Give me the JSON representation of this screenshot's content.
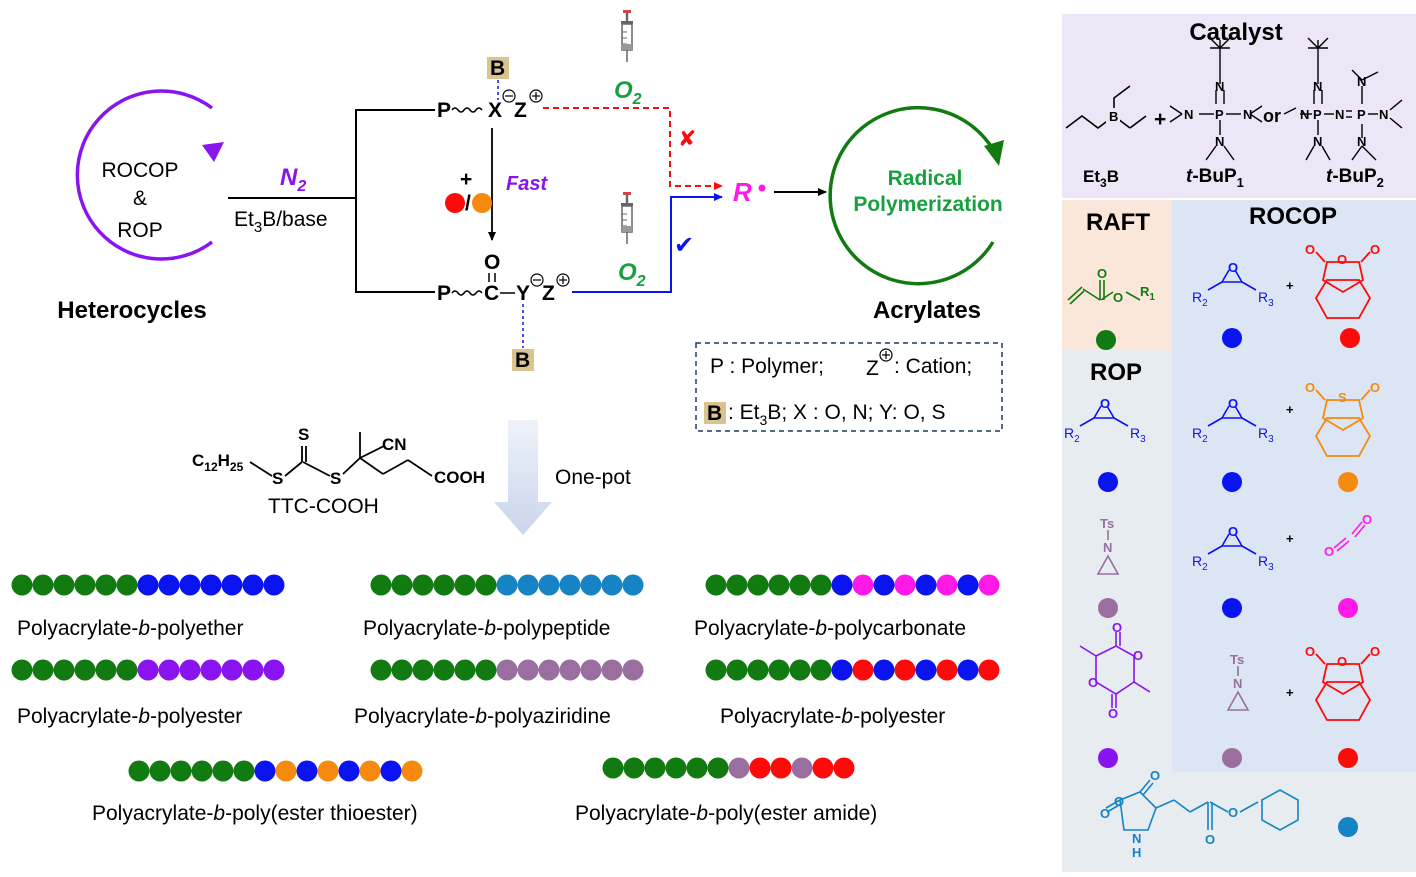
{
  "left": {
    "cycle_label_line1": "ROCOP",
    "cycle_label_amp": "&",
    "cycle_label_line2": "ROP",
    "heterocycles": "Heterocycles",
    "n2": "N",
    "n2_sub": "2",
    "reagent": "Et",
    "reagent_sub": "3",
    "reagent_tail": "B/base",
    "o2_top": "O",
    "o2_top_sub": "2",
    "o2_bottom": "O",
    "o2_bottom_sub": "2",
    "fast": "Fast",
    "radical": "R",
    "radical_poly_line1": "Radical",
    "radical_poly_line2": "Polymerization",
    "acrylates": "Acrylates",
    "cross_mark": "✘",
    "check_mark": "✔",
    "one_pot": "One-pot",
    "ttc_label": "TTC-COOH",
    "ttc_chain": "C",
    "ttc_chain_sub": "12",
    "ttc_chain_mid": "H",
    "ttc_chain_sub2": "25",
    "ttc_cn": "CN",
    "ttc_cooh": "COOH",
    "ttc_s": "S"
  },
  "legend": {
    "line1_a": "P : Polymer;",
    "line1_b": "Z",
    "line1_c": ": Cation;",
    "line2_b": "B",
    "line2_a": ": Et",
    "line2_sub": "3",
    "line2_c": "B;  X : O, N;  Y: O, S"
  },
  "mech": {
    "P": "P",
    "X": "X",
    "Z": "Z",
    "C": "C",
    "O": "O",
    "Y": "Y",
    "B": "B",
    "plus": "+",
    "slash": "/"
  },
  "products": [
    {
      "label_a": "Polyacrylate-",
      "label_b": "b",
      "label_c": "-polyether"
    },
    {
      "label_a": "Polyacrylate-",
      "label_b": "b",
      "label_c": "-polypeptide"
    },
    {
      "label_a": "Polyacrylate-",
      "label_b": "b",
      "label_c": "-polycarbonate"
    },
    {
      "label_a": "Polyacrylate-",
      "label_b": "b",
      "label_c": "-polyester"
    },
    {
      "label_a": "Polyacrylate-",
      "label_b": "b",
      "label_c": "-polyaziridine"
    },
    {
      "label_a": "Polyacrylate-",
      "label_b": "b",
      "label_c": "-polyester"
    },
    {
      "label_a": "Polyacrylate-",
      "label_b": "b",
      "label_c": "-poly(ester thioester)"
    },
    {
      "label_a": "Polyacrylate-",
      "label_b": "b",
      "label_c": "-poly(ester amide)"
    }
  ],
  "right": {
    "catalyst_title": "Catalyst",
    "et3b": "Et",
    "et3b_sub": "3",
    "et3b_tail": "B",
    "p1_a": "t",
    "p1_b": "-BuP",
    "p1_sub": "1",
    "p2_a": "t",
    "p2_b": "-BuP",
    "p2_sub": "2",
    "plus": "+",
    "or": "or",
    "raft_title": "RAFT",
    "rocop_title": "ROCOP",
    "rop_title": "ROP",
    "ts": "Ts",
    "n": "N",
    "r1": "R",
    "r1_sub": "1",
    "r2": "R",
    "r2_sub": "2",
    "r3": "R",
    "r3_sub": "3",
    "o": "O",
    "s": "S",
    "h": "H"
  },
  "colors": {
    "green": "#117a11",
    "blue": "#0a14f0",
    "teal": "#1583c4",
    "magenta": "#ff19e6",
    "purple": "#8a14f0",
    "mauve": "#9a6e9e",
    "red": "#ff0a0a",
    "orange": "#f58a0f",
    "dark_green_text": "#18a040",
    "catalyst_bg": "#ece6f6",
    "raft_bg": "#fbe7da",
    "rocop_bg": "#dce5f3",
    "rop_bg": "#e7ecf0"
  }
}
